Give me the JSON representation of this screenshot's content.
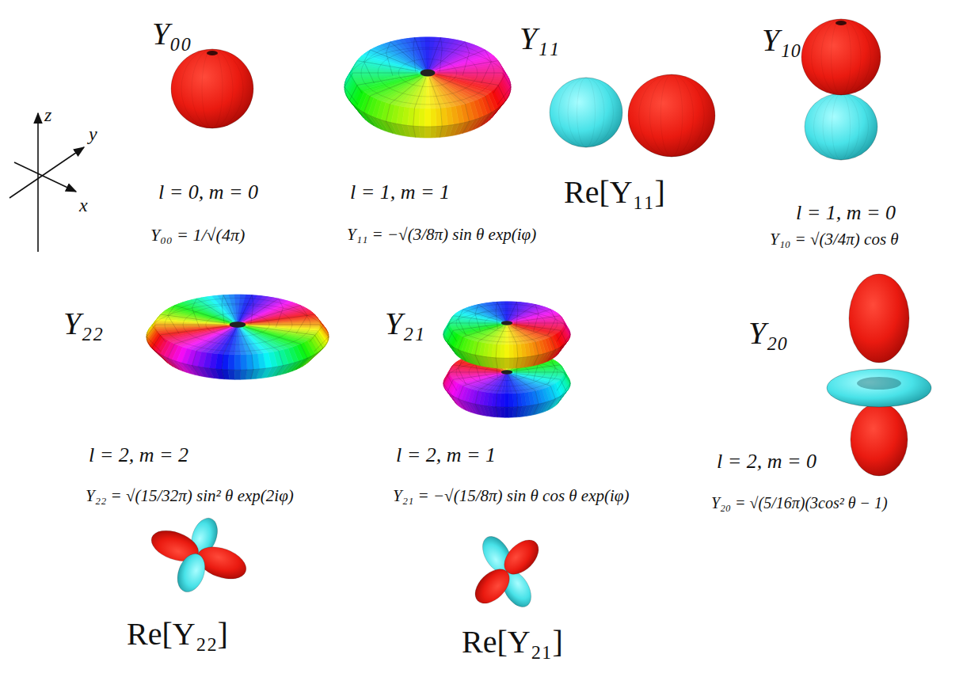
{
  "diagram": {
    "labels": [
      "z",
      "y",
      "x",
      "Y₀₀",
      "l = 0, m = 0",
      "Y₀₀ = 1/√(4π)",
      "Y₁₁",
      "l = 1, m = 1",
      "Y₁₁ = −√(3/8π) sin θ exp(iφ)",
      "Re[Y₁₁]",
      "Y₁₀",
      "l = 1, m = 0",
      "Y₁₀ = √(3/4π) cos θ",
      "Y₂₂",
      "l = 2, m = 2",
      "Y₂₂ = √(15/32π) sin² θ exp(2iφ)",
      "Re[Y₂₂]",
      "Y₂₁",
      "l = 2, m = 1",
      "Y₂₁ = −√(15/8π) sin θ cos θ exp(iφ)",
      "Re[Y₂₁]",
      "Y₂₀",
      "l = 2, m = 0",
      "Y₂₀ = √(5/16π)(3cos² θ − 1)"
    ]
  }
}
